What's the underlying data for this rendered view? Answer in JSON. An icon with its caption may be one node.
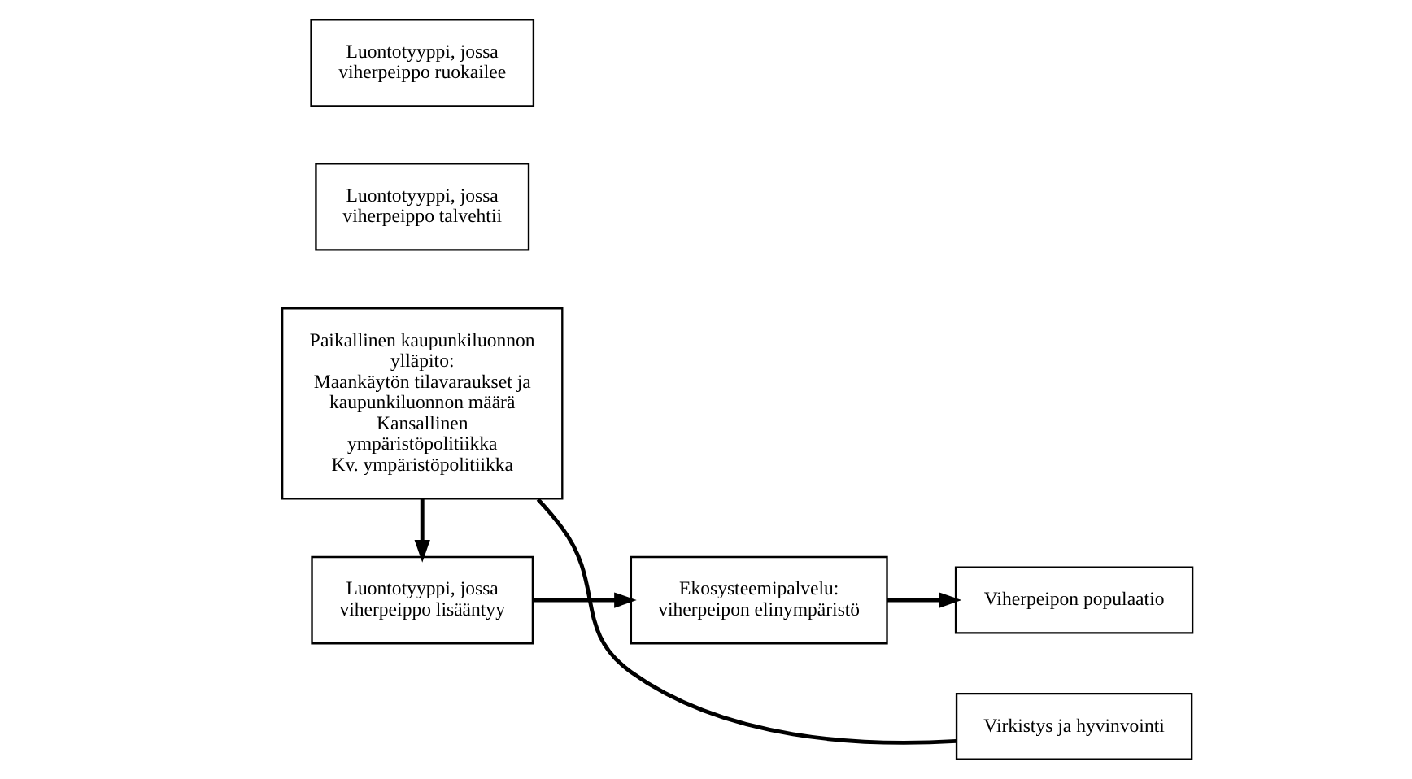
{
  "diagram": {
    "nodes": [
      {
        "text": [
          "Luontotyyppi, jossa viherpeippo ruokailee"
        ]
      },
      {
        "text": [
          "Luontotyyppi, jossa viherpeippo talvehtii"
        ]
      },
      {
        "text": [
          "Luontotyyppi, jossa viherpeippo lisääntyy"
        ]
      },
      {
        "text": [
          "Ekosysteemipalvelu: viherpeipon elinympäristö"
        ]
      },
      {
        "text": [
          "Viherpeipon populaatio"
        ]
      },
      {
        "text": [
          "Virkistys ja hyvinvointi"
        ]
      },
      {
        "text": [
          "Paikallinen kaupunkiluonnon ylläpito:",
          "Maankäytön tilavaraukset ja kaupunkiluonnon määrä",
          "Kansallinen ympäristöpolitiikka",
          "Kv. ympäristöpolitiikka"
        ]
      }
    ],
    "edges": [
      {
        "from": 2,
        "to": 3,
        "arrow": "to"
      },
      {
        "from": 3,
        "to": 4,
        "arrow": "to"
      },
      {
        "from": 5,
        "to": 6,
        "arrow": "none"
      },
      {
        "from": 6,
        "to": 2,
        "arrow": "to"
      }
    ]
  }
}
